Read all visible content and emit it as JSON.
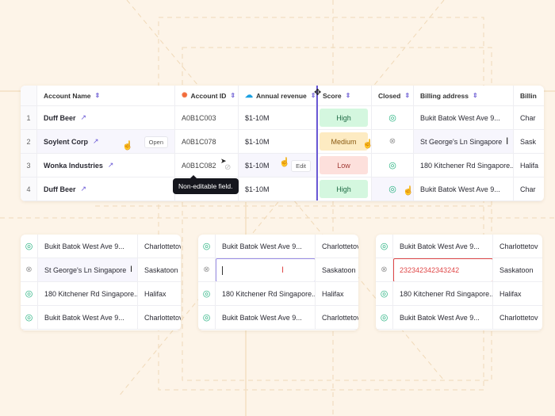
{
  "colors": {
    "accent": "#6b5ad6",
    "success": "#22b07d",
    "error": "#e04848",
    "background": "#fdf4e8"
  },
  "table": {
    "headers": [
      {
        "label": "Account Name",
        "icon": "sort-icon"
      },
      {
        "label": "Account ID",
        "icon": "hubspot-icon"
      },
      {
        "label": "Annual revenue",
        "icon": "salesforce-icon"
      },
      {
        "label": "Score"
      },
      {
        "label": "Closed"
      },
      {
        "label": "Billing address"
      },
      {
        "label": "Billin"
      }
    ],
    "rows": [
      {
        "index": "1",
        "name": "Duff Beer",
        "id": "A0B1C003",
        "revenue": "$1-10M",
        "score": "High",
        "closed": true,
        "address": "Bukit Batok West Ave 9...",
        "city": "Char"
      },
      {
        "index": "2",
        "name": "Soylent Corp",
        "id": "A0B1C078",
        "revenue": "$1-10M",
        "score": "Medium",
        "closed": false,
        "address": "St George's Ln Singapore",
        "city": "Sask"
      },
      {
        "index": "3",
        "name": "Wonka Industries",
        "id": "A0B1C082",
        "revenue": "$1-10M",
        "score": "Low",
        "closed": true,
        "address": "180 Kitchener Rd Singapore...",
        "city": "Halifa"
      },
      {
        "index": "4",
        "name": "Duff Beer",
        "id": "",
        "revenue": "$1-10M",
        "score": "High",
        "closed": true,
        "address": "Bukit Batok West Ave 9...",
        "city": "Char"
      }
    ],
    "open_button": "Open",
    "edit_button": "Edit",
    "tooltip": "Non-editable field.",
    "score_colors": {
      "High": "#d4f7df",
      "Medium": "#fdebc2",
      "Low": "#fde0dc"
    }
  },
  "panels": [
    {
      "rows": [
        {
          "closed": true,
          "address": "Bukit Batok West Ave 9...",
          "city": "Charlottetov"
        },
        {
          "closed": false,
          "address": "St George's Ln Singapore",
          "city": "Saskatoon"
        },
        {
          "closed": true,
          "address": "180 Kitchener Rd Singapore...",
          "city": "Halifax"
        },
        {
          "closed": true,
          "address": "Bukit Batok West Ave 9...",
          "city": "Charlottetov"
        }
      ]
    },
    {
      "rows": [
        {
          "closed": true,
          "address": "Bukit Batok West Ave 9...",
          "city": "Charlottetov"
        },
        {
          "closed": false,
          "address": "",
          "city": "Saskatoon"
        },
        {
          "closed": true,
          "address": "180 Kitchener Rd Singapore...",
          "city": "Halifax"
        },
        {
          "closed": true,
          "address": "Bukit Batok West Ave 9...",
          "city": "Charlottetov"
        }
      ]
    },
    {
      "rows": [
        {
          "closed": true,
          "address": "Bukit Batok West Ave 9...",
          "city": "Charlottetov"
        },
        {
          "closed": false,
          "address": "232342342343242",
          "city": "Saskatoon"
        },
        {
          "closed": true,
          "address": "180 Kitchener Rd Singapore...",
          "city": "Halifax"
        },
        {
          "closed": true,
          "address": "Bukit Batok West Ave 9...",
          "city": "Charlottetov"
        }
      ]
    }
  ]
}
